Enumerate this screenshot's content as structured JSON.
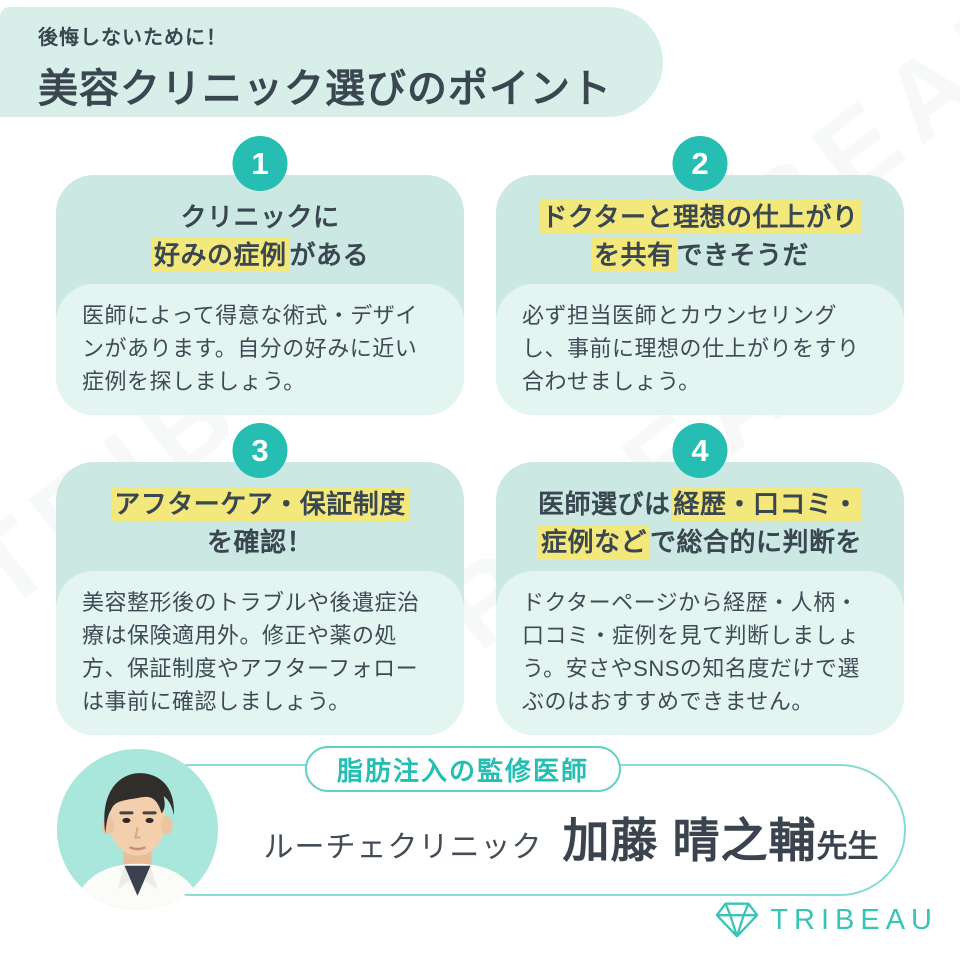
{
  "colors": {
    "mint_band": "#d8efe9",
    "card_head": "#cbe8e2",
    "card_body": "#e4f5f1",
    "teal": "#26bdb2",
    "teal_border": "#86dcd0",
    "highlight": "#f3e87c",
    "ink": "#3a4750",
    "logo_teal": "#3ac3b7",
    "photo_bg": "#a9e6dc"
  },
  "watermark": "TRIBEAU",
  "header": {
    "tagline": "後悔しないために！",
    "title": "美容クリニック選びのポイント"
  },
  "points": [
    {
      "number": "1",
      "title_segments": [
        {
          "text": "クリニックに"
        },
        {
          "br": true
        },
        {
          "text": "好みの症例",
          "hl": true
        },
        {
          "text": "がある"
        }
      ],
      "body": "医師によって得意な術式・デザインがあります。自分の好みに近い症例を探しましょう。"
    },
    {
      "number": "2",
      "title_segments": [
        {
          "text": "ドクターと理想の仕上がり",
          "hl": true
        },
        {
          "br": true
        },
        {
          "text": "を共有",
          "hl": true
        },
        {
          "text": "できそうだ"
        }
      ],
      "body": "必ず担当医師とカウンセリングし、事前に理想の仕上がりをすり合わせましょう。"
    },
    {
      "number": "3",
      "title_segments": [
        {
          "text": "アフターケア・保証制度",
          "hl": true
        },
        {
          "br": true
        },
        {
          "text": "を確認！"
        }
      ],
      "body": "美容整形後のトラブルや後遺症治療は保険適用外。修正や薬の処方、保証制度やアフターフォローは事前に確認しましょう。"
    },
    {
      "number": "4",
      "title_segments": [
        {
          "text": "医師選びは"
        },
        {
          "text": "経歴・口コミ・",
          "hl": true
        },
        {
          "br": true
        },
        {
          "text": "症例など",
          "hl": true
        },
        {
          "text": "で総合的に判断を"
        }
      ],
      "body": "ドクターページから経歴・人柄・口コミ・症例を見て判断しましょう。安さやSNSの知名度だけで選ぶのはおすすめできません。"
    }
  ],
  "supervisor": {
    "badge": "脂肪注入の監修医師",
    "clinic": "ルーチェクリニック",
    "doctor_name": "加藤 晴之輔",
    "honorific": "先生"
  },
  "logo": {
    "brand": "TRIBEAU",
    "icon": "diamond-icon"
  }
}
